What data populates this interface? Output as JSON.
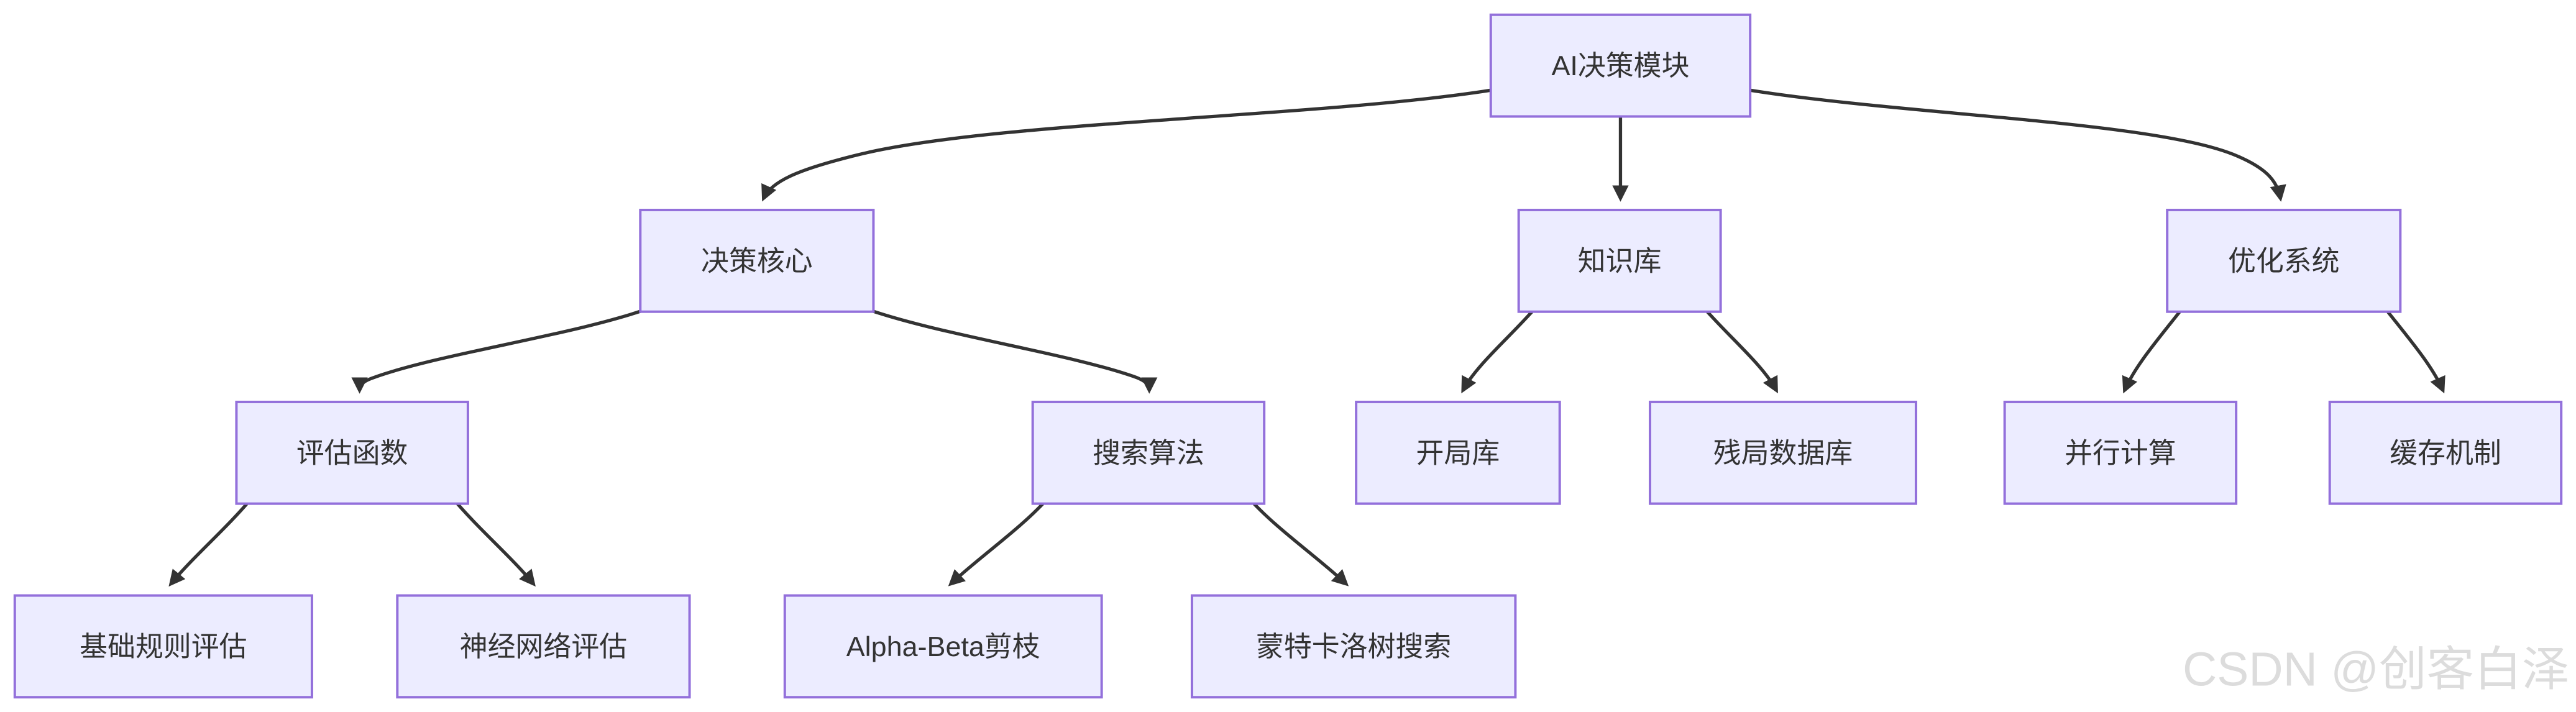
{
  "diagram": {
    "type": "flowchart",
    "direction": "top-down",
    "colors": {
      "background": "#ffffff",
      "node_fill": "#ECECFF",
      "node_border": "#9370DB",
      "edge": "#333333",
      "text": "#333333"
    },
    "nodes": [
      {
        "id": "ai-decision-module",
        "label": "AI决策模块"
      },
      {
        "id": "decision-core",
        "label": "决策核心"
      },
      {
        "id": "knowledge-base",
        "label": "知识库"
      },
      {
        "id": "optimization-system",
        "label": "优化系统"
      },
      {
        "id": "evaluation-function",
        "label": "评估函数"
      },
      {
        "id": "search-algorithm",
        "label": "搜索算法"
      },
      {
        "id": "opening-book",
        "label": "开局库"
      },
      {
        "id": "endgame-database",
        "label": "残局数据库"
      },
      {
        "id": "parallel-computing",
        "label": "并行计算"
      },
      {
        "id": "cache-mechanism",
        "label": "缓存机制"
      },
      {
        "id": "basic-rule-evaluation",
        "label": "基础规则评估"
      },
      {
        "id": "neural-network-evaluation",
        "label": "神经网络评估"
      },
      {
        "id": "alpha-beta-pruning",
        "label": "Alpha-Beta剪枝"
      },
      {
        "id": "monte-carlo-tree-search",
        "label": "蒙特卡洛树搜索"
      }
    ],
    "edges": [
      {
        "from": "AI决策模块",
        "to": "决策核心"
      },
      {
        "from": "AI决策模块",
        "to": "知识库"
      },
      {
        "from": "AI决策模块",
        "to": "优化系统"
      },
      {
        "from": "决策核心",
        "to": "评估函数"
      },
      {
        "from": "决策核心",
        "to": "搜索算法"
      },
      {
        "from": "知识库",
        "to": "开局库"
      },
      {
        "from": "知识库",
        "to": "残局数据库"
      },
      {
        "from": "优化系统",
        "to": "并行计算"
      },
      {
        "from": "优化系统",
        "to": "缓存机制"
      },
      {
        "from": "评估函数",
        "to": "基础规则评估"
      },
      {
        "from": "评估函数",
        "to": "神经网络评估"
      },
      {
        "from": "搜索算法",
        "to": "Alpha-Beta剪枝"
      },
      {
        "from": "搜索算法",
        "to": "蒙特卡洛树搜索"
      }
    ]
  },
  "watermark": {
    "text": "CSDN @创客白泽",
    "color": "#dcdcdc"
  }
}
